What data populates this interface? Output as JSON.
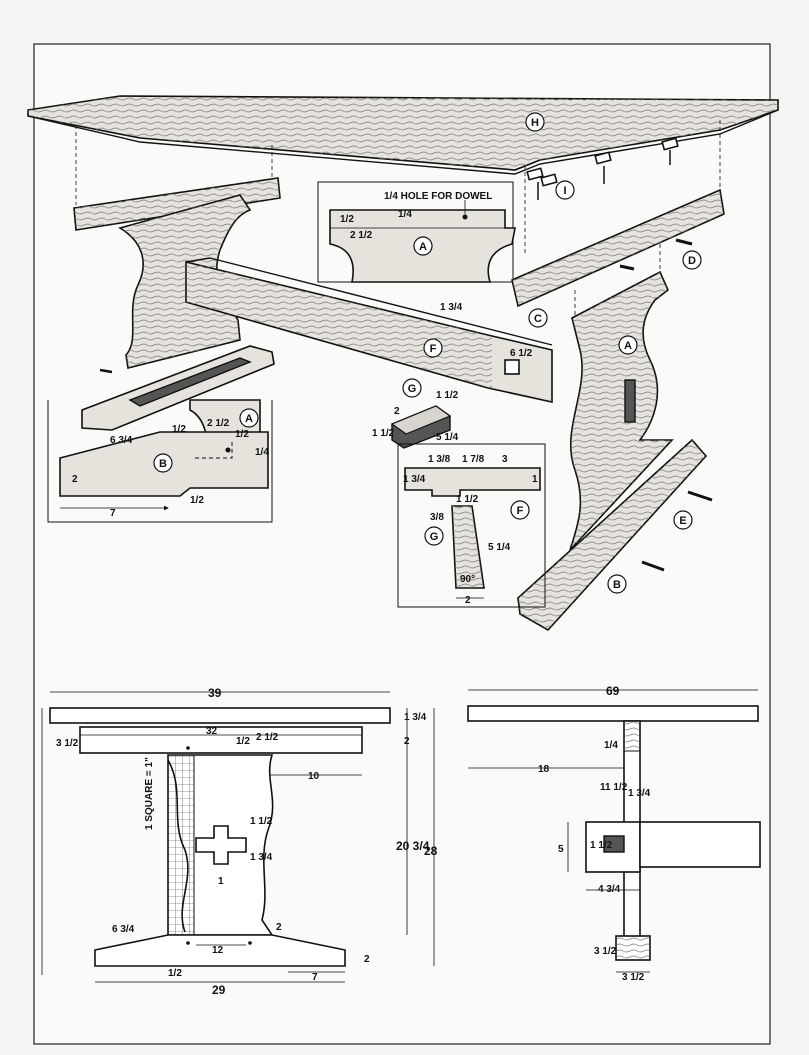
{
  "parts": {
    "H": "H",
    "I": "I",
    "D": "D",
    "C": "C",
    "A": "A",
    "A2": "A",
    "A3": "A",
    "F": "F",
    "F2": "F",
    "G": "G",
    "G2": "G",
    "B": "B",
    "B2": "B",
    "E": "E"
  },
  "callouts": {
    "dowel_hole": "1/4 HOLE FOR DOWEL",
    "grid_scale": "1 SQUARE = 1\""
  },
  "detail_top": {
    "d_half": "1/2",
    "d_quarter": "1/4",
    "d_two_half": "2 1/2"
  },
  "detail_left": {
    "d_6_3_4": "6 3/4",
    "d_half_a": "1/2",
    "d_2_1_2": "2 1/2",
    "d_half_b": "1/2",
    "d_1_4": "1/4",
    "d_2": "2",
    "d_7": "7",
    "d_half_c": "1/2"
  },
  "stretcher": {
    "d_1_3_4": "1 3/4",
    "d_6_1_2": "6 1/2"
  },
  "wedge": {
    "d_1_1_2": "1 1/2",
    "d_2": "2",
    "d_1_1_2b": "1 1/2",
    "d_5_1_4": "5 1/4"
  },
  "detail_mid": {
    "d_1_3_8": "1 3/8",
    "d_1_7_8": "1 7/8",
    "d_3": "3",
    "d_1_3_4": "1 3/4",
    "d_1": "1",
    "d_1_1_2": "1 1/2",
    "d_3_8": "3/8",
    "d_5_1_4": "5 1/4",
    "d_90": "90°",
    "d_2": "2"
  },
  "front": {
    "d_39": "39",
    "d_1_3_4": "1 3/4",
    "d_32": "32",
    "d_3_1_2": "3 1/2",
    "d_1_2": "1/2",
    "d_2_1_2": "2 1/2",
    "d_2a": "2",
    "d_10": "10",
    "d_20_3_4": "20 3/4",
    "d_28": "28",
    "d_1_1_2": "1 1/2",
    "d_1_3_4b": "1 3/4",
    "d_1": "1",
    "d_2b": "2",
    "d_6_3_4": "6 3/4",
    "d_12": "12",
    "d_2c": "2",
    "d_1_2b": "1/2",
    "d_7": "7",
    "d_29": "29"
  },
  "side": {
    "d_69": "69",
    "d_1_4": "1/4",
    "d_18": "18",
    "d_11_1_2": "11 1/2",
    "d_1_3_4": "1 3/4",
    "d_5": "5",
    "d_1_1_2": "1 1/2",
    "d_4_3_4": "4 3/4",
    "d_3_1_2": "3 1/2",
    "d_3_1_2b": "3 1/2"
  }
}
